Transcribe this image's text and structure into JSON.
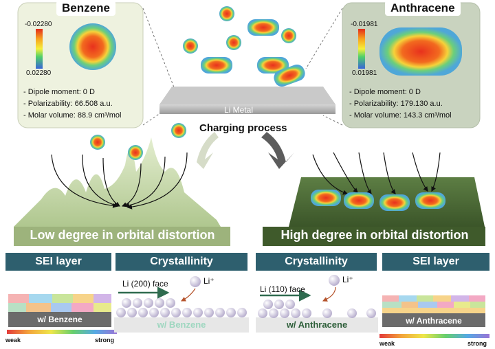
{
  "benzene_panel": {
    "title": "Benzene",
    "cbar_top": "-0.02280",
    "cbar_bottom": "0.02280",
    "dipole": "- Dipole moment: 0 D",
    "polarizability": "- Polarizability: 66.508 a.u.",
    "molar_volume": "- Molar volume: 88.9 cm³/mol"
  },
  "anthracene_panel": {
    "title": "Anthracene",
    "cbar_top": "-0.01981",
    "cbar_bottom": "0.01981",
    "dipole": "- Dipole moment: 0 D",
    "polarizability": "- Polarizability: 179.130 a.u.",
    "molar_volume": "- Molar volume: 143.3 cm³/mol"
  },
  "center": {
    "metal_label": "Li Metal",
    "process_label": "Charging process"
  },
  "left_band": {
    "label": "Low degree in orbital distortion"
  },
  "right_band": {
    "label": "High degree in orbital distortion"
  },
  "headers": {
    "sei_left": "SEI layer",
    "cryst_left": "Crystallinity",
    "cryst_right": "Crystallinity",
    "sei_right": "SEI layer"
  },
  "bottom": {
    "face_left": "Li (200) face",
    "face_right": "Li (110) face",
    "li_ion_left": "Li⁺",
    "li_ion_right": "Li⁺",
    "sei_left_label": "w/ Benzene",
    "cryst_left_label": "w/ Benzene",
    "cryst_right_label": "w/ Anthracene",
    "sei_right_label": "w/ Anthracene",
    "scale_weak_left": "weak",
    "scale_strong_left": "strong",
    "scale_weak_right": "weak",
    "scale_strong_right": "strong"
  },
  "colors": {
    "panel_left_bg": "#eef2df",
    "panel_right_bg": "#c9d3bf",
    "terrain_light": "#c8dba8",
    "terrain_dark": "#4b6a35",
    "header_bg": "#2e5f6e",
    "li_ball": "#d9d3e8"
  }
}
